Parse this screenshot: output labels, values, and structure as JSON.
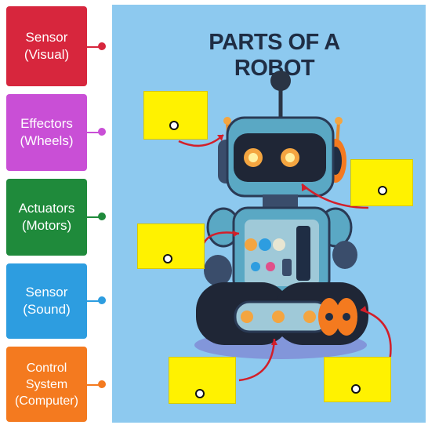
{
  "labels": [
    {
      "text": "Sensor\n(Visual)",
      "color": "#d7263d",
      "dot": "#d7263d"
    },
    {
      "text": "Effectors\n(Wheels)",
      "color": "#c94fd6",
      "dot": "#c94fd6"
    },
    {
      "text": "Actuators\n(Motors)",
      "color": "#1f8a3b",
      "dot": "#1f8a3b"
    },
    {
      "text": "Sensor\n(Sound)",
      "color": "#2d9de0",
      "dot": "#2d9de0"
    },
    {
      "text": "Control\nSystem\n(Computer)",
      "color": "#f47a1f",
      "dot": "#f47a1f"
    }
  ],
  "title": "PARTS OF A ROBOT",
  "panel_color": "#8dc9ef",
  "answer_box_color": "#fff200"
}
